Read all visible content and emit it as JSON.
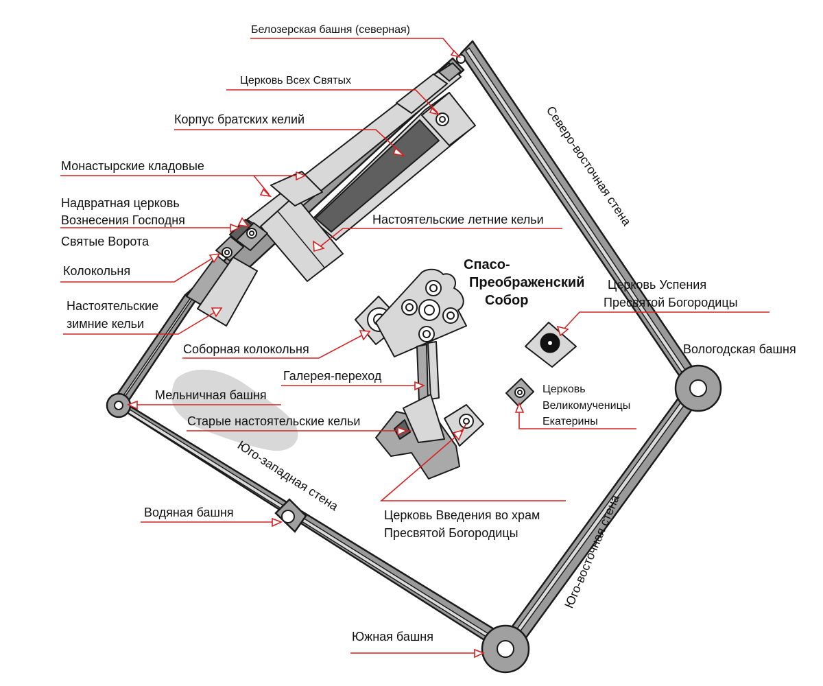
{
  "labels": {
    "belozerskaya": "Белозерская башня (северная)",
    "vseh_svyatyh": "Церковь Всех Святых",
    "bratskie_kelii": "Корпус братских келий",
    "kladovye": "Монастырские кладовые",
    "nadvratnaya_1": "Надвратная церковь",
    "nadvratnaya_2": "Вознесения Господня",
    "svyatye_vorota": "Святые Ворота",
    "kolokolnya": "Колокольня",
    "zimnie_1": "Настоятельские",
    "zimnie_2": "зимние кельи",
    "letnie": "Настоятельские летние кельи",
    "sobor_1": "Спасо-",
    "sobor_2": "Преображенский",
    "sobor_3": "Собор",
    "uspeniya_1": "Церковь Успения",
    "uspeniya_2": "Пресвятой Богородицы",
    "sobornaya_kolokolnya": "Соборная колокольня",
    "galereya": "Галерея-переход",
    "vologodskaya": "Вологодская башня",
    "melnichnaya": "Мельничная башня",
    "ekateriny_1": "Церковь",
    "ekateriny_2": "Великомученицы",
    "ekateriny_3": "Екатерины",
    "starye_kelii": "Старые настоятельские кельи",
    "vvedeniya_1": "Церковь Введения во храм",
    "vvedeniya_2": "Пресвятой Богородицы",
    "vodyanaya": "Водяная башня",
    "yuzhnaya": "Южная башня",
    "wall_ne": "Северо-восточная стена",
    "wall_sw": "Юго-западная стена",
    "wall_se": "Юго-восточная стена"
  },
  "colors": {
    "leader": "#d42020",
    "wall": "#9a9a9a",
    "building_light": "#d8d8d8",
    "building_dark": "#5f5f5f"
  }
}
